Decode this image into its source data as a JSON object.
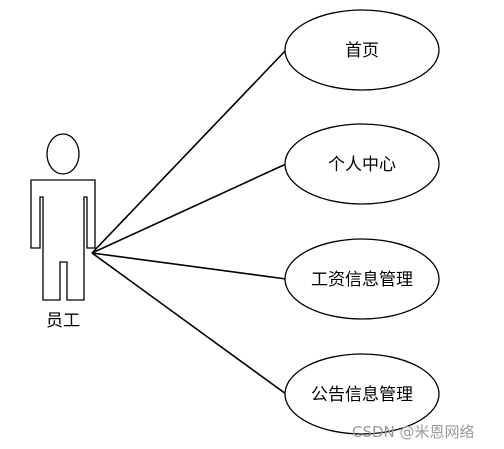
{
  "actor": {
    "label": "员工"
  },
  "use_cases": [
    {
      "label": "首页"
    },
    {
      "label": "个人中心"
    },
    {
      "label": "工资信息管理"
    },
    {
      "label": "公告信息管理"
    }
  ],
  "watermark": "CSDN @米恩网络",
  "colors": {
    "stroke": "#000000",
    "fill": "#ffffff",
    "watermark": "#9a9a9a"
  }
}
